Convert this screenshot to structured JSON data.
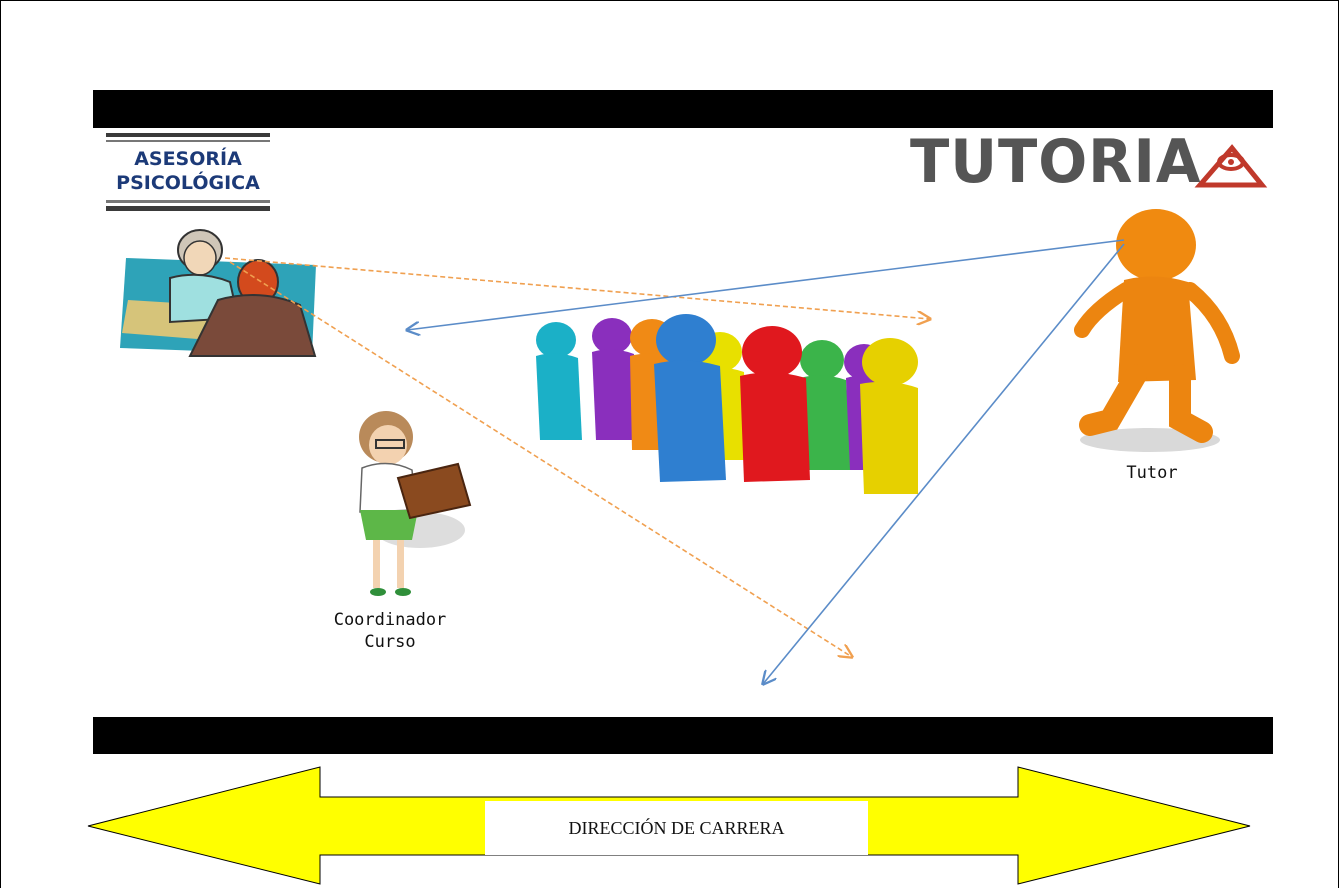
{
  "logos": {
    "asesoria_line1": "ASESORÍA",
    "asesoria_line2": "PSICOLÓGICA",
    "tutoria": "TUTORIA"
  },
  "labels": {
    "tutor": "Tutor",
    "coordinador_line1": "Coordinador",
    "coordinador_line2": "Curso"
  },
  "banner": {
    "label": "DIRECCIÓN DE CARRERA",
    "fill": "#ffff00"
  },
  "colors": {
    "dashed_arrow": "#f0a050",
    "solid_arrow": "#5b8cc8",
    "band": "#000000"
  },
  "figures": [
    {
      "name": "counselor-illustration"
    },
    {
      "name": "coordinator-illustration"
    },
    {
      "name": "students-group-illustration"
    },
    {
      "name": "tutor-illustration"
    }
  ]
}
